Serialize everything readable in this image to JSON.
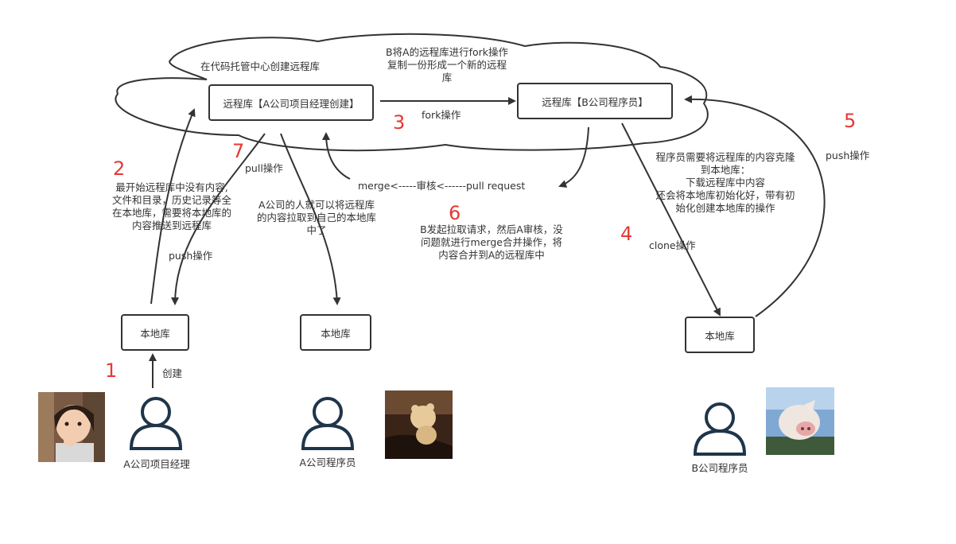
{
  "nodes": {
    "remote_a": "远程库【A公司项目经理创建】",
    "remote_b": "远程库【B公司程序员】",
    "local_a_manager": "本地库",
    "local_a_programmer": "本地库",
    "local_b": "本地库"
  },
  "cloud": {
    "create_remote_note": "在代码托管中心创建远程库",
    "fork_note_lines": [
      "B将A的远程库进行fork操作",
      "复制一份形成一个新的远程",
      "库"
    ]
  },
  "edges": {
    "fork_label": "fork操作",
    "pull_label": "pull操作",
    "push_a_label": "push操作",
    "create_label": "创建",
    "merge_label": "merge<-----审核<------pull request",
    "clone_label": "clone操作",
    "push_b_label": "push操作"
  },
  "notes": {
    "a_push_lines": [
      "最开始远程库中没有内容,",
      "文件和目录，历史记录等全",
      "在本地库，需要将本地库的",
      "内容推送到远程库"
    ],
    "a_pull_lines": [
      "A公司的人就可以将远程库",
      "的内容拉取到自己的本地库",
      "中了"
    ],
    "pr_lines": [
      "B发起拉取请求，然后A审核，没",
      "问题就进行merge合并操作，将",
      "内容合并到A的远程库中"
    ],
    "clone_lines": [
      "程序员需要将远程库的内容克隆",
      "到本地库：",
      "下载远程库中内容",
      "还会将本地库初始化好，带有初",
      "始化创建本地库的操作"
    ]
  },
  "steps": [
    "1",
    "2",
    "3",
    "4",
    "5",
    "6",
    "7"
  ],
  "people": {
    "a_manager": "A公司项目经理",
    "a_programmer": "A公司程序员",
    "b_programmer": "B公司程序员"
  },
  "colors": {
    "stroke": "#333333",
    "step_number": "#e53935",
    "person": "#1f3549"
  },
  "icons": [
    "user-icon",
    "photo-child",
    "photo-toy",
    "photo-pig"
  ]
}
